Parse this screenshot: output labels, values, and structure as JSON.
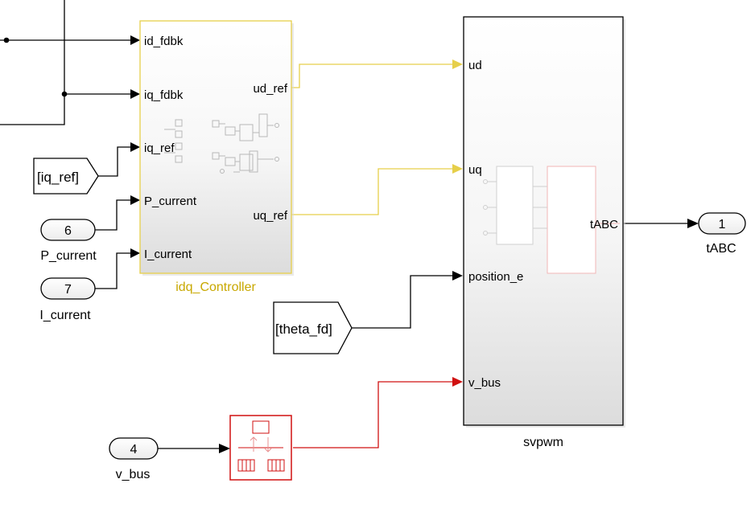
{
  "controller": {
    "name": "idq_Controller",
    "inputs": [
      "id_fdbk",
      "iq_fdbk",
      "iq_ref",
      "P_current",
      "I_current"
    ],
    "outputs": [
      "ud_ref",
      "uq_ref"
    ]
  },
  "svpwm": {
    "name": "svpwm",
    "inputs": [
      "ud",
      "uq",
      "position_e",
      "v_bus"
    ],
    "output": "tABC"
  },
  "goto_tags": {
    "iq_ref": "[iq_ref]",
    "theta_fd": "[theta_fd]"
  },
  "inports": [
    {
      "number": "6",
      "name": "P_current"
    },
    {
      "number": "7",
      "name": "I_current"
    },
    {
      "number": "4",
      "name": "v_bus"
    }
  ],
  "outport": {
    "number": "1",
    "name": "tABC"
  },
  "colors": {
    "controller_border": "#e6cf4a",
    "controller_label": "#c8a800",
    "conversion_block": "#d01010",
    "default_line": "#000000"
  }
}
